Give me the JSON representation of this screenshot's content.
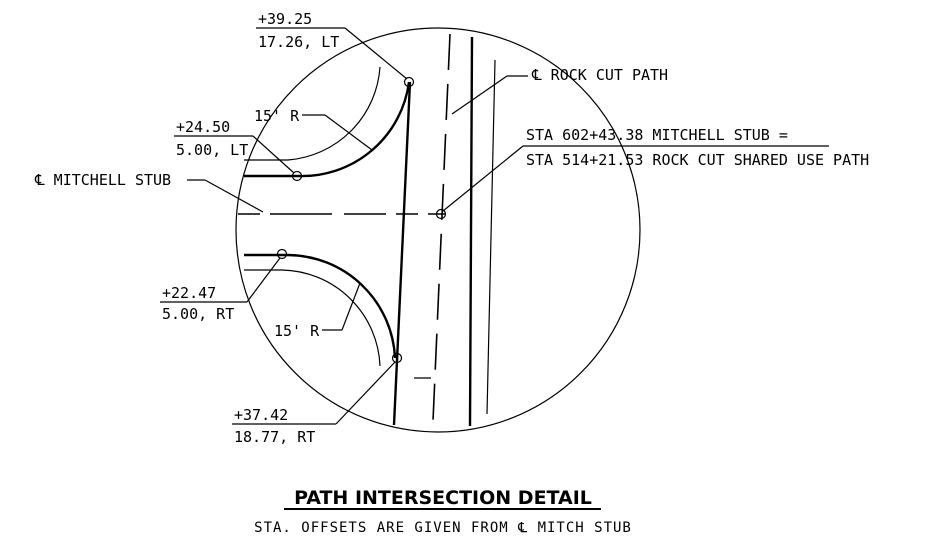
{
  "callouts": {
    "nw_station": "+39.25",
    "nw_offset": "17.26, LT",
    "w_station": "+24.50",
    "w_offset": "5.00, LT",
    "sw_station": "+22.47",
    "sw_offset": "5.00, RT",
    "s_station": "+37.42",
    "s_offset": "18.77, RT",
    "radius_top": "15' R",
    "radius_bottom": "15' R",
    "mitchell_stub": "℄ MITCHELL STUB",
    "rock_cut_path": "℄ ROCK CUT PATH",
    "equation_line1": "STA 602+43.38 MITCHELL STUB =",
    "equation_line2": "STA 514+21.53 ROCK CUT SHARED USE PATH"
  },
  "title": "PATH INTERSECTION DETAIL",
  "note": "STA. OFFSETS ARE GIVEN FROM ℄ MITCH STUB"
}
